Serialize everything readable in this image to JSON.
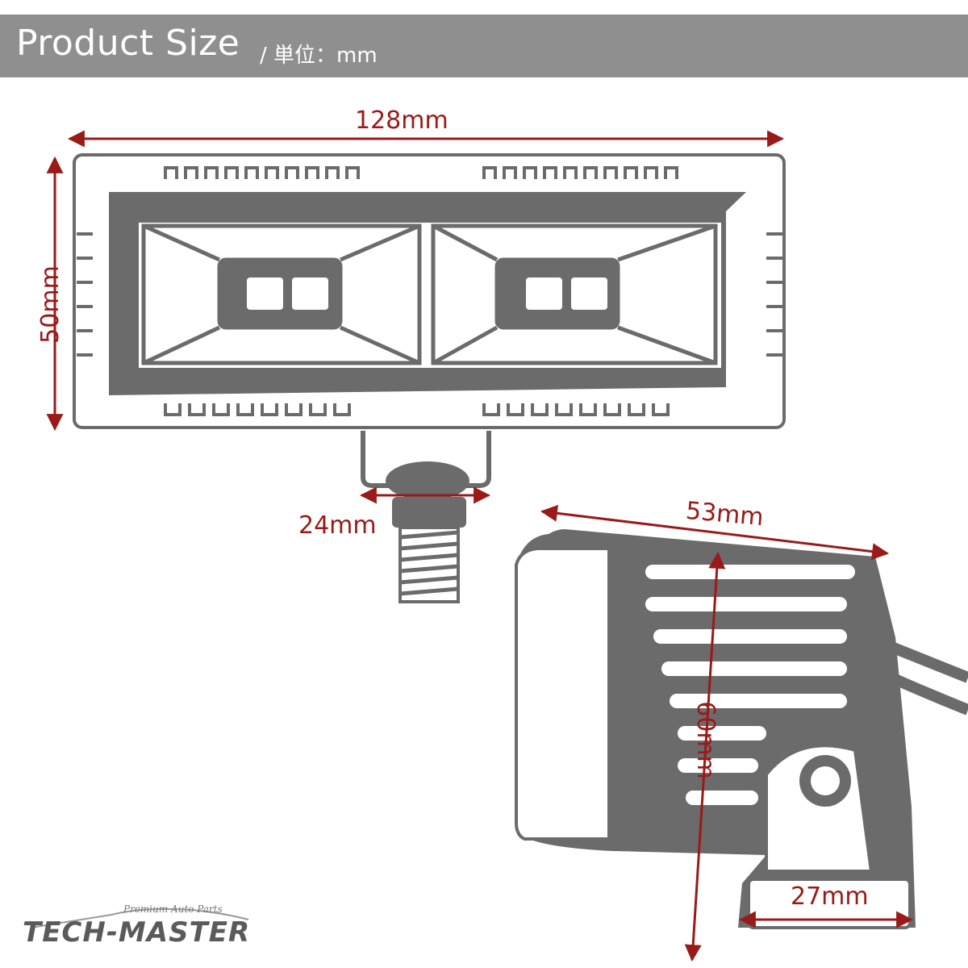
{
  "header": {
    "title": "Product Size",
    "subtitle": "/ 単位：mm"
  },
  "dimensions": {
    "width": "128mm",
    "height": "50mm",
    "bolt": "24mm",
    "depth": "53mm",
    "side_height": "60mm",
    "mount": "27mm"
  },
  "logo": {
    "tagline": "Premium Auto Parts",
    "name": "TECH-MASTER"
  },
  "colors": {
    "header_bg": "#8f8f8f",
    "dimension": "#9a1a1a",
    "product": "#6b6b6b"
  }
}
